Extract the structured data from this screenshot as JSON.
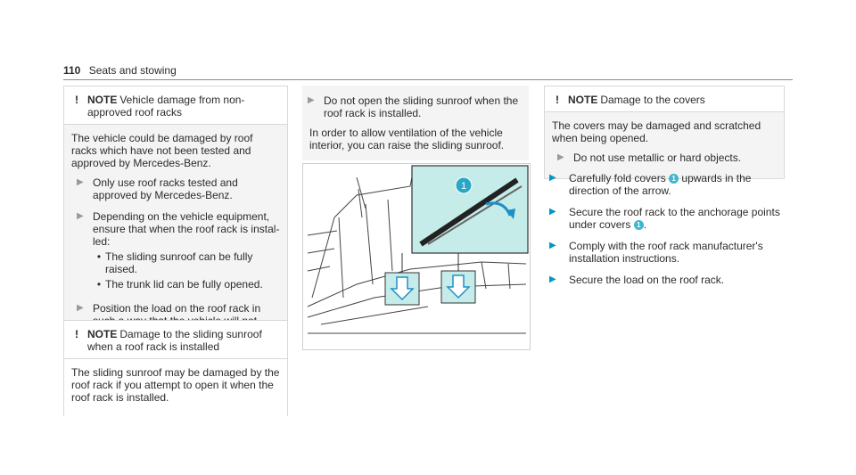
{
  "header": {
    "page_number": "110",
    "title": "Seats and stowing"
  },
  "note1": {
    "icon": "!",
    "label": "NOTE",
    "title": "Vehicle damage from non-approved roof racks",
    "body": "The vehicle could be damaged by roof racks which have not been tested and approved by Mercedes-Benz.",
    "steps": [
      "Only use roof racks tested and approved by Mercedes-Benz.",
      "Depending on the vehicle equipment, ensure that when the roof rack is instal-led:",
      "Position the load on the roof rack in such a way that the vehicle will not sus-tain damage even when it is in motion."
    ],
    "bullets": [
      "The sliding sunroof can be fully raised.",
      "The trunk lid can be fully opened."
    ]
  },
  "note2": {
    "icon": "!",
    "label": "NOTE",
    "title": "Damage to the sliding sunroof when a roof rack is installed",
    "body": "The sliding sunroof may be damaged by the roof rack if you attempt to open it when the roof rack is installed."
  },
  "middle": {
    "step": "Do not open the sliding sunroof when the roof rack is installed.",
    "para": "In order to allow ventilation of the vehicle interior, you can raise the sliding sunroof.",
    "figure_callout": "1"
  },
  "note3": {
    "icon": "!",
    "label": "NOTE",
    "title": "Damage to the covers",
    "body": "The covers may be damaged and scratched when being opened.",
    "step": "Do not use metallic or hard objects."
  },
  "right_steps": {
    "s1_a": "Carefully fold covers",
    "s1_num": "1",
    "s1_b": "upwards in the direction of the arrow.",
    "s2_a": "Secure the roof rack to the anchorage points under covers",
    "s2_num": "1",
    "s2_b": ".",
    "s3": "Comply with the roof rack manufacturer's installation instructions.",
    "s4": "Secure the load on the roof rack."
  },
  "colors": {
    "accent": "#0096c7",
    "teal_highlight": "#c5ece8",
    "callout": "#3fb5cf"
  }
}
